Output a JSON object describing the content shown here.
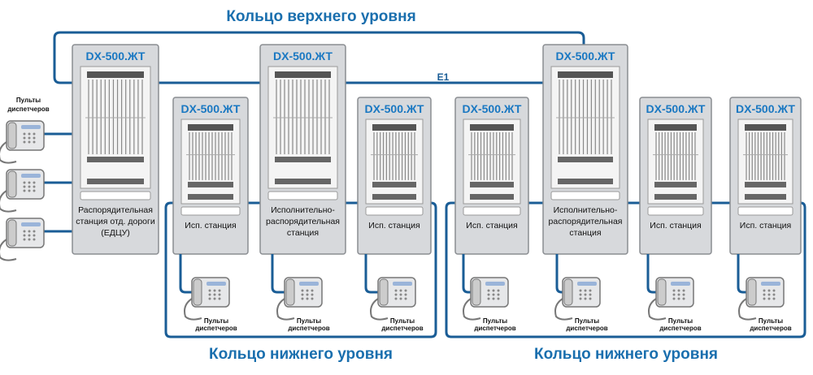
{
  "titles": {
    "top_ring": "Кольцо верхнего уровня",
    "bottom_ring_left": "Кольцо нижнего уровня",
    "bottom_ring_right": "Кольцо нижнего уровня",
    "link_label": "E1"
  },
  "colors": {
    "ring": "#1a5d96",
    "title": "#1a6fae",
    "cabinet": "#d7d9dc"
  },
  "stations": [
    {
      "model": "DX-500.ЖТ",
      "caption": [
        "Распорядительная",
        "станция отд. дороги",
        "(ЕДЦУ)"
      ]
    },
    {
      "model": "DX-500.ЖТ",
      "caption": [
        "Исп. станция"
      ]
    },
    {
      "model": "DX-500.ЖТ",
      "caption": [
        "Исполнительно-",
        "распорядительная",
        "станция"
      ]
    },
    {
      "model": "DX-500.ЖТ",
      "caption": [
        "Исп. станция"
      ]
    },
    {
      "model": "DX-500.ЖТ",
      "caption": [
        "Исп. станция"
      ]
    },
    {
      "model": "DX-500.ЖТ",
      "caption": [
        "Исполнительно-",
        "распорядительная",
        "станция"
      ]
    },
    {
      "model": "DX-500.ЖТ",
      "caption": [
        "Исп. станция"
      ]
    },
    {
      "model": "DX-500.ЖТ",
      "caption": [
        "Исп. станция"
      ]
    }
  ],
  "consoles_label": [
    "Пульты",
    "диспетчеров"
  ]
}
